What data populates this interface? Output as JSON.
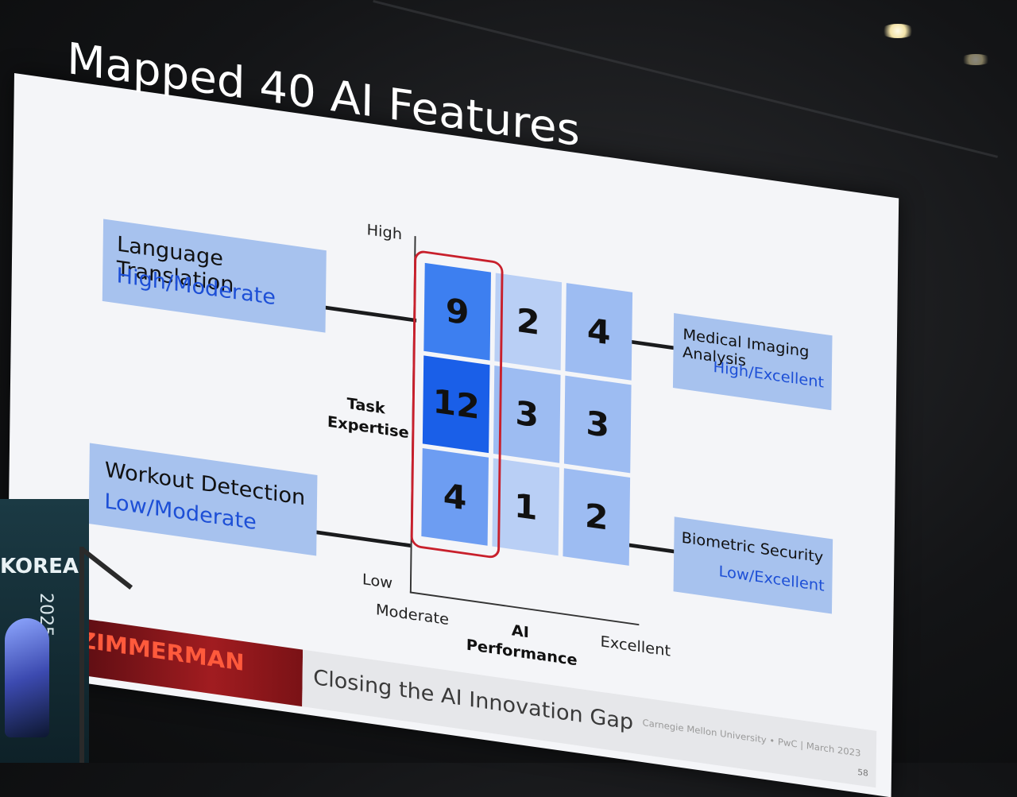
{
  "slide": {
    "title": "Mapped 40 AI Features",
    "callouts": {
      "language_translation": {
        "name": "Language Translation",
        "rating": "High/Moderate"
      },
      "workout_detection": {
        "name": "Workout Detection",
        "rating": "Low/Moderate"
      },
      "medical_imaging": {
        "name": "Medical Imaging Analysis",
        "rating": "High/Excellent"
      },
      "biometric_security": {
        "name": "Biometric Security",
        "rating": "Low/Excellent"
      }
    },
    "matrix": {
      "y_axis_title_line1": "Task",
      "y_axis_title_line2": "Expertise",
      "y_high": "High",
      "y_low": "Low",
      "x_axis_title": "AI Performance",
      "x_moderate": "Moderate",
      "x_excellent": "Excellent",
      "cells": [
        [
          "9",
          "2",
          "4"
        ],
        [
          "12",
          "3",
          "3"
        ],
        [
          "4",
          "1",
          "2"
        ]
      ],
      "colors": {
        "highlight_border": "#c8202c",
        "cell_12": "#1a5fe8",
        "cell_9": "#3d7ff0",
        "cell_4_low": "#6d9df2",
        "cell_light": "#9dbcf2",
        "cell_lighter": "#b9cff5"
      }
    },
    "footer": {
      "speaker": "ZIMMERMAN",
      "talk_title": "Closing the AI Innovation Gap",
      "credit": "Carnegie Mellon University • PwC | March 2023",
      "page_number": "58"
    }
  },
  "venue": {
    "event": "KOREA",
    "year": "2025"
  }
}
